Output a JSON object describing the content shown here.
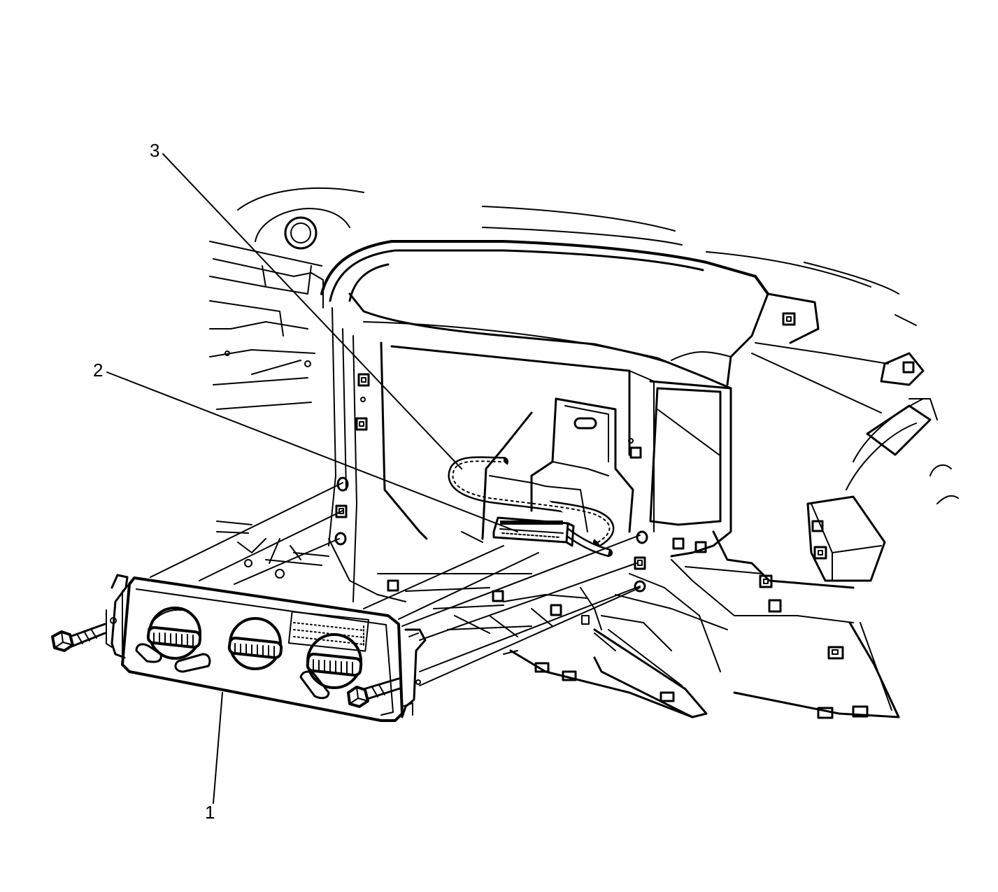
{
  "callouts": [
    {
      "id": "1",
      "label": "1"
    },
    {
      "id": "2",
      "label": "2"
    },
    {
      "id": "3",
      "label": "3"
    }
  ],
  "colors": {
    "ink": "#000000",
    "background": "#ffffff"
  }
}
